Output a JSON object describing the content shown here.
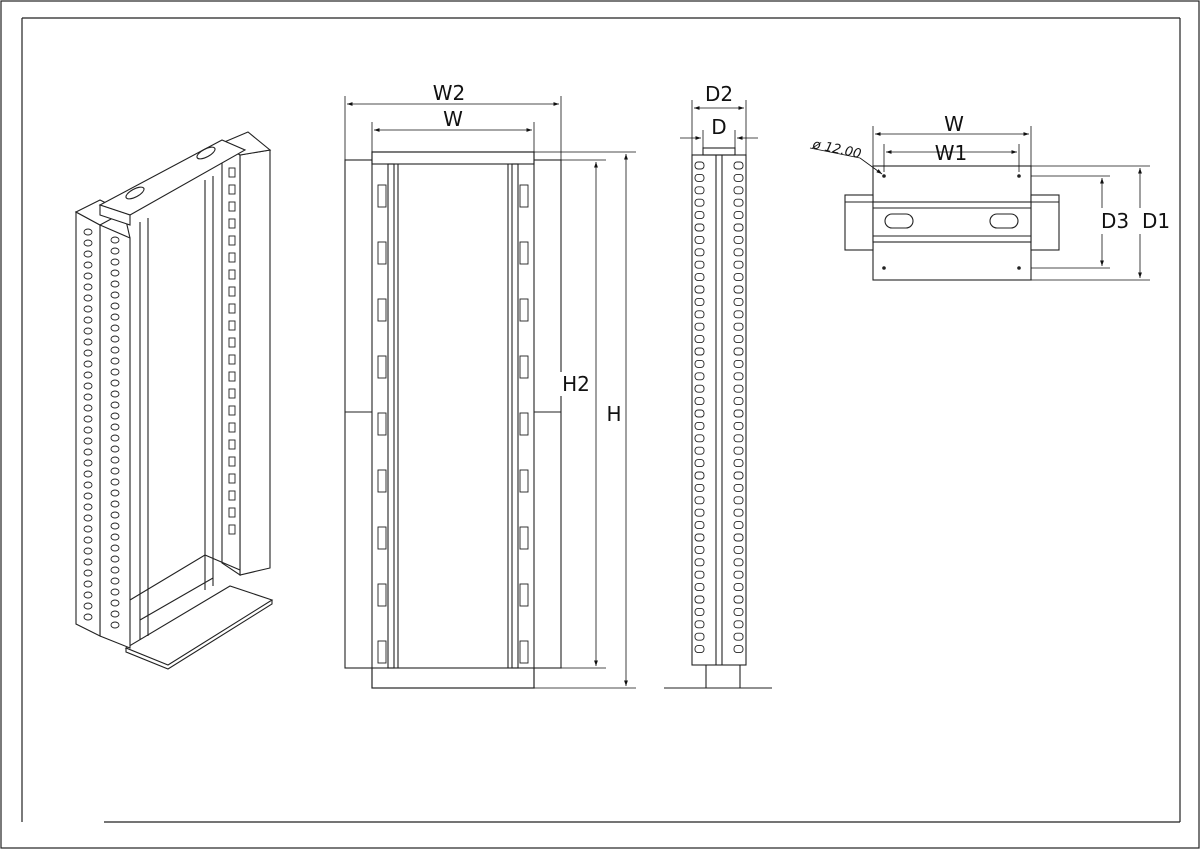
{
  "front_view": {
    "overall_width_label": "W2",
    "inner_width_label": "W",
    "inner_height_label": "H2",
    "overall_height_label": "H"
  },
  "side_view": {
    "overall_depth_label": "D2",
    "depth_label": "D"
  },
  "top_view": {
    "width_label": "W",
    "hole_spacing_label": "W1",
    "hole_diameter_label": "ø 12.00",
    "depth3_label": "D3",
    "depth1_label": "D1"
  }
}
